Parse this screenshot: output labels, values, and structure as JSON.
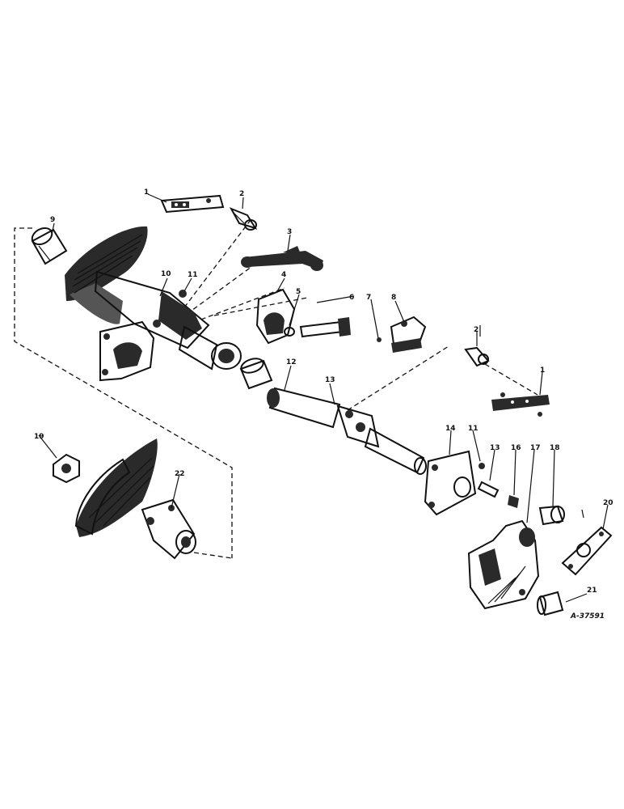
{
  "diagram": {
    "reference_code": "A-37591",
    "callouts": [
      {
        "id": "c1a",
        "label": "1"
      },
      {
        "id": "c2a",
        "label": "2"
      },
      {
        "id": "c3",
        "label": "3"
      },
      {
        "id": "c4",
        "label": "4"
      },
      {
        "id": "c5",
        "label": "5"
      },
      {
        "id": "c6",
        "label": "6"
      },
      {
        "id": "c7",
        "label": "7"
      },
      {
        "id": "c8",
        "label": "8"
      },
      {
        "id": "c9",
        "label": "9"
      },
      {
        "id": "c10",
        "label": "10"
      },
      {
        "id": "c11a",
        "label": "11"
      },
      {
        "id": "c12",
        "label": "12"
      },
      {
        "id": "c13a",
        "label": "13"
      },
      {
        "id": "c2b",
        "label": "2"
      },
      {
        "id": "c1b",
        "label": "1"
      },
      {
        "id": "c14",
        "label": "14"
      },
      {
        "id": "c11b",
        "label": "11"
      },
      {
        "id": "c13b",
        "label": "13"
      },
      {
        "id": "c16",
        "label": "16"
      },
      {
        "id": "c17",
        "label": "17"
      },
      {
        "id": "c18",
        "label": "18"
      },
      {
        "id": "c19",
        "label": "19"
      },
      {
        "id": "c22",
        "label": "22"
      },
      {
        "id": "c20",
        "label": "20"
      },
      {
        "id": "c21",
        "label": "21"
      }
    ]
  }
}
